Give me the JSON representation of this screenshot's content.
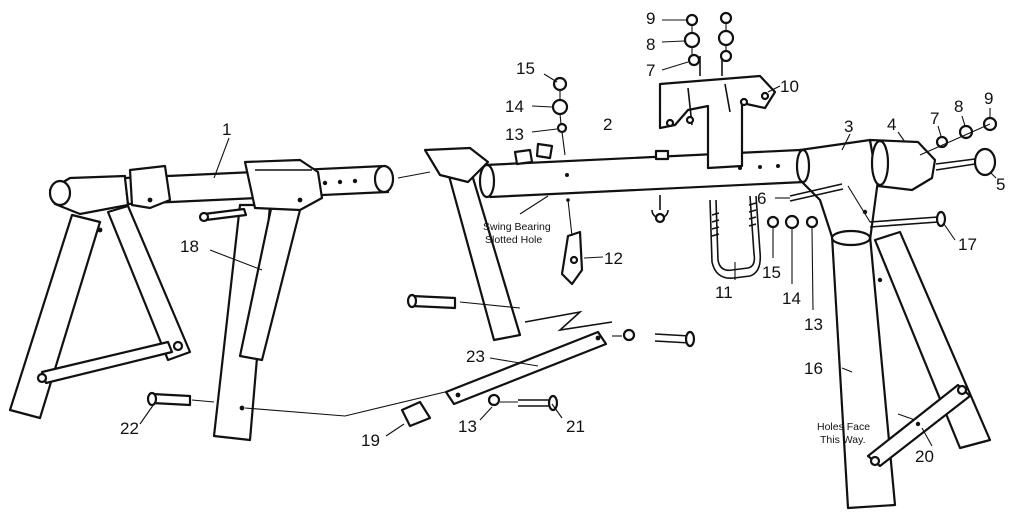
{
  "labels": {
    "n1": "1",
    "n2": "2",
    "n3": "3",
    "n4": "4",
    "n5": "5",
    "n6": "6",
    "n7a": "7",
    "n8a": "8",
    "n9a": "9",
    "n7b": "7",
    "n8b": "8",
    "n9b": "9",
    "n10": "10",
    "n11": "11",
    "n12": "12",
    "n13a": "13",
    "n14a": "14",
    "n15a": "15",
    "n13b": "13",
    "n14b": "14",
    "n15b": "15",
    "n13c": "13",
    "n16": "16",
    "n17": "17",
    "n18": "18",
    "n19": "19",
    "n20": "20",
    "n21": "21",
    "n22": "22",
    "n23": "23"
  },
  "notes": {
    "swing_line1": "Swing Bearing",
    "swing_line2": "Slotted Hole",
    "holes_line1": "Holes Face",
    "holes_line2": "This Way."
  }
}
